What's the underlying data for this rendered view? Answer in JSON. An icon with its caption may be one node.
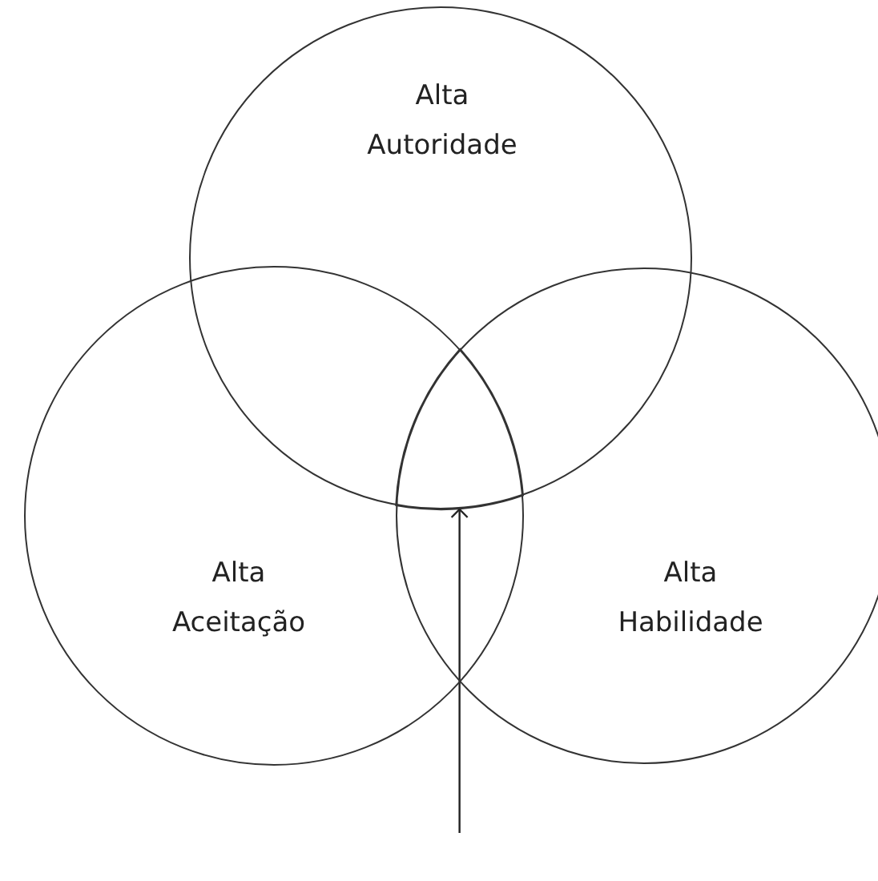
{
  "diagram": {
    "nodes": [
      {
        "text": [
          "Alta Autoridade"
        ]
      },
      {
        "text": [
          "Alta Aceitação"
        ]
      },
      {
        "text": [
          "Alta Habilidade"
        ]
      },
      {
        "text": [],
        "shape": "region"
      }
    ],
    "edges": [
      {
        "from": null,
        "to": 3,
        "arrow": "to"
      }
    ]
  }
}
